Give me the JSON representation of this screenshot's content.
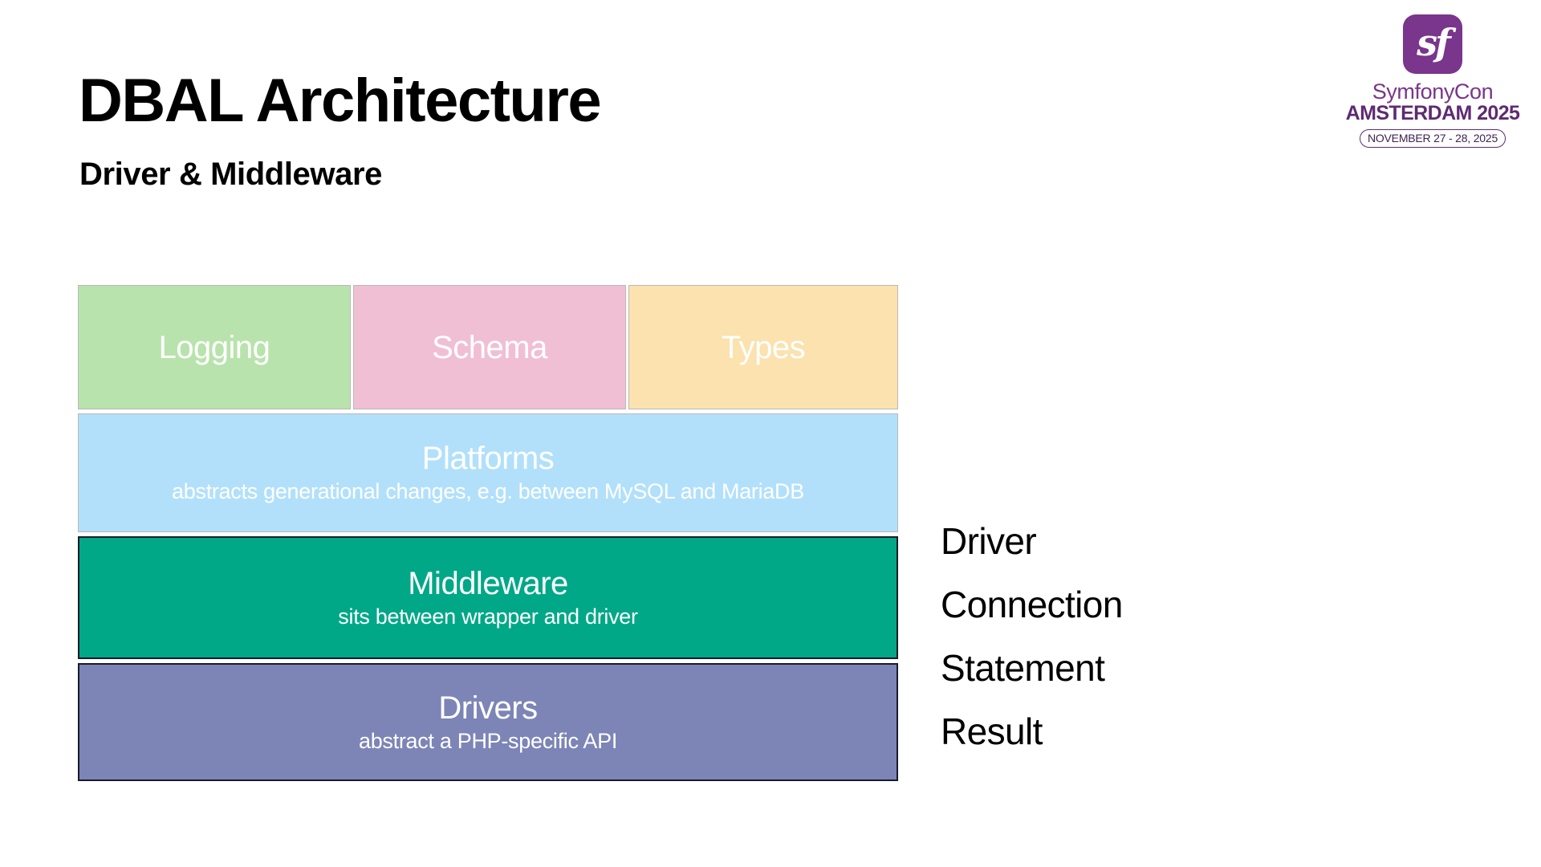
{
  "slide": {
    "title": "DBAL Architecture",
    "subtitle": "Driver & Middleware"
  },
  "logo": {
    "mark_glyph": "sf",
    "mark_name": "symfony-logo-icon",
    "wordmark": "SymfonyCon",
    "city_year": "AMSTERDAM 2025",
    "dates": "NOVEMBER 27 - 28, 2025",
    "brand_color": "#7A358C"
  },
  "diagram": {
    "top_row": [
      {
        "label": "Logging",
        "color": "#B9E3AC"
      },
      {
        "label": "Schema",
        "color": "#F1BFD4"
      },
      {
        "label": "Types",
        "color": "#FBE2AE"
      }
    ],
    "bands": [
      {
        "label": "Platforms",
        "description": "abstracts generational changes, e.g. between MySQL and MariaDB",
        "color": "#B2E0FB"
      },
      {
        "label": "Middleware",
        "description": "sits between wrapper and driver",
        "color": "#00A887"
      },
      {
        "label": "Drivers",
        "description": "abstract a PHP-specific API",
        "color": "#7C85B6"
      }
    ]
  },
  "api_list": {
    "items": [
      {
        "label": "Driver"
      },
      {
        "label": "Connection"
      },
      {
        "label": "Statement"
      },
      {
        "label": "Result"
      }
    ]
  }
}
